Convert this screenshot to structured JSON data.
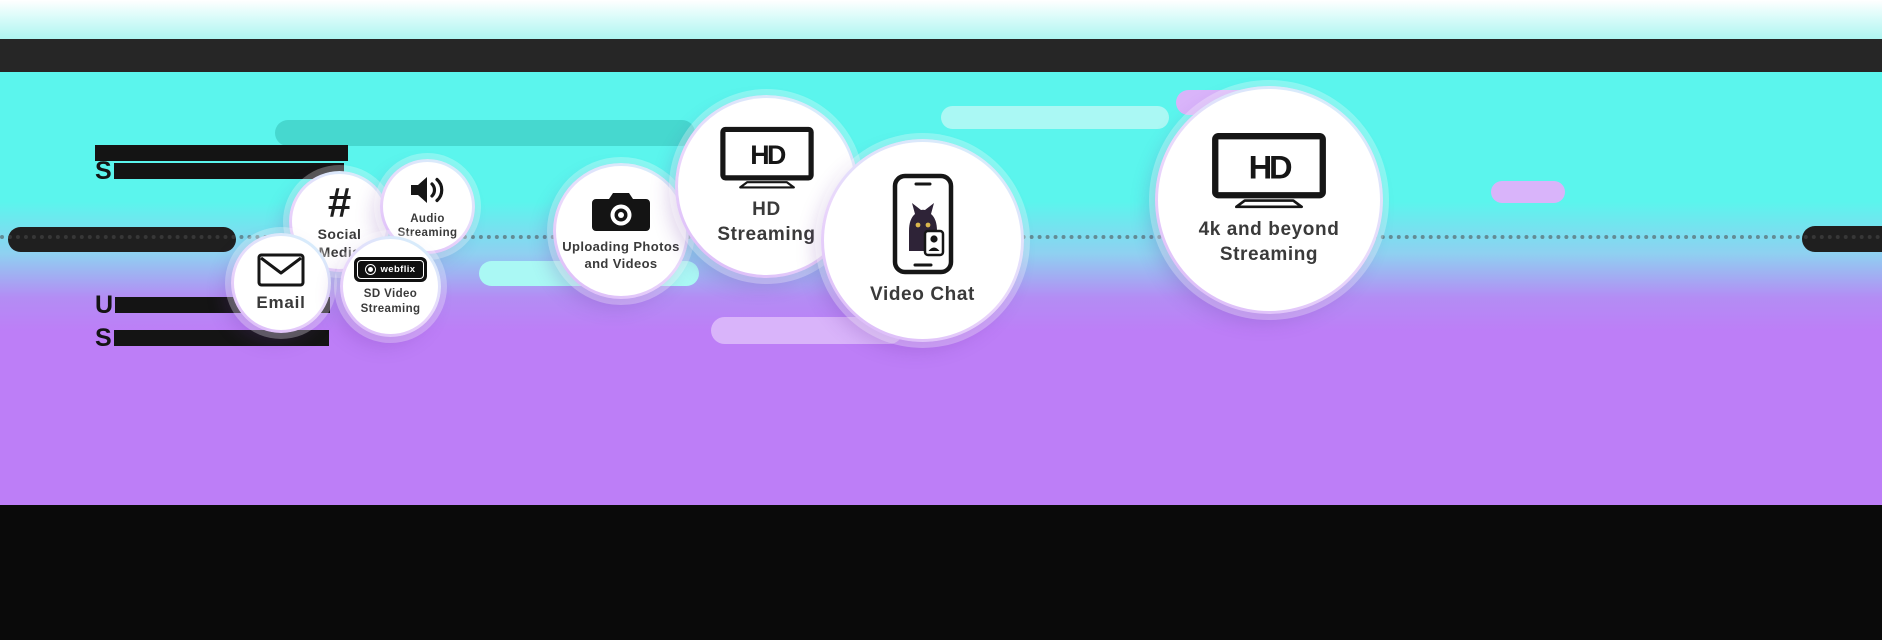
{
  "colors": {
    "bg_cyan": "#5bf5ed",
    "bg_purple": "#bd7ef7",
    "top_bar": "#262626",
    "bottom_bar": "#0a0a0a",
    "pill_teal": "#46d8cf",
    "pill_cyan_light": "#aaf8f4",
    "pill_lavender": "#d9b4fa",
    "pill_dark": "#1f1f1f",
    "label_text": "#3a3a3a"
  },
  "redacted": {
    "lineA2_prefix": "S",
    "lineB1_prefix": "U",
    "lineB2_prefix": "S"
  },
  "bubbles": {
    "email": {
      "label": "Email",
      "icon": "envelope-icon"
    },
    "social": {
      "label": "Social Media",
      "icon": "hashtag-icon",
      "glyph": "#"
    },
    "audio": {
      "label": "Audio Streaming",
      "icon": "speaker-icon"
    },
    "sd": {
      "label": "SD Video Streaming",
      "icon": "video-player-icon",
      "brand": "webflix"
    },
    "upload": {
      "label": "Uploading Photos and Videos",
      "icon": "camera-icon"
    },
    "hd": {
      "label": "HD Streaming",
      "icon": "hd-tv-icon",
      "tv_text": "HD"
    },
    "video_chat": {
      "label": "Video Chat",
      "icon": "phone-cat-icon"
    },
    "fourk": {
      "label": "4k and beyond Streaming",
      "icon": "hd-tv-icon",
      "tv_text": "HD"
    }
  }
}
